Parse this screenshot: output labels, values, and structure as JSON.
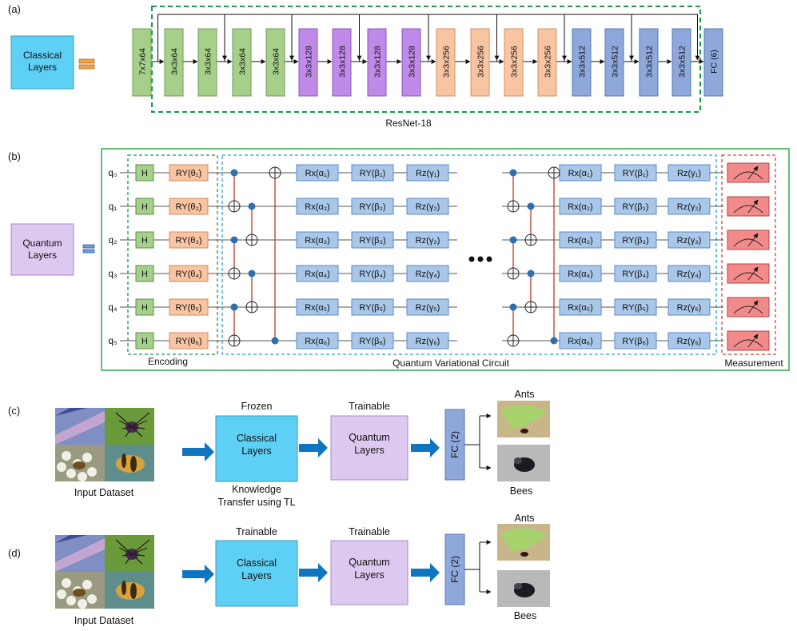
{
  "panel_labels": {
    "a": "(a)",
    "b": "(b)",
    "c": "(c)",
    "d": "(d)"
  },
  "colors": {
    "classical_blue": "#5fd0f5",
    "green": "#a6d08a",
    "purple": "#c08ae8",
    "peach": "#f8c4a2",
    "steel_blue": "#8fa8dc",
    "quantum_lavender": "#ddc9ef",
    "gate_blue": "#a9c7e9",
    "measure_red": "#f28a8a",
    "arrow_blue": "#0f75c0",
    "control_dot": "#2e6fae",
    "cnot_line": "#c0392b",
    "dash_green": "#1a9a4a",
    "dash_cyan": "#23a8c8",
    "dash_red": "#e53935"
  },
  "panel_a": {
    "classical_label_line1": "Classical",
    "classical_label_line2": "Layers",
    "resnet_label": "ResNet-18",
    "layers": [
      "7x7x64",
      "3x3x64",
      "3x3x64",
      "3x3x64",
      "3x3x64",
      "3x3x128",
      "3x3x128",
      "3x3x128",
      "3x3x128",
      "3x3x256",
      "3x3x256",
      "3x3x256",
      "3x3x256",
      "3x3x512",
      "3x3x512",
      "3x3x512",
      "3x3x512",
      "FC (6)"
    ]
  },
  "panel_b": {
    "quantum_label_line1": "Quantum",
    "quantum_label_line2": "Layers",
    "qubits": [
      "q0",
      "q1",
      "q2",
      "q3",
      "q4",
      "q5"
    ],
    "hadamard": "H",
    "ry_gates": [
      "RY(θ1)",
      "RY(θ2)",
      "RY(θ3)",
      "RY(θ4)",
      "RY(θ5)",
      "RY(θ6)"
    ],
    "rx_gates": [
      "Rx(α1)",
      "Rx(α2)",
      "Rx(α3)",
      "Rx(α4)",
      "Rx(α5)",
      "Rx(α6)"
    ],
    "ryb_gates": [
      "RY(β1)",
      "RY(β2)",
      "RY(β3)",
      "RY(β4)",
      "RY(β5)",
      "RY(β6)"
    ],
    "rz_gates": [
      "Rz(γ1)",
      "Rz(γ2)",
      "Rz(γ3)",
      "Rz(γ4)",
      "Rz(γ5)",
      "Rz(γ6)"
    ],
    "encoding_label": "Encoding",
    "circuit_label": "Quantum Variational Circuit",
    "measurement_label": "Measurement"
  },
  "panel_c": {
    "input_label": "Input Dataset",
    "classical_state": "Frozen",
    "classical_line1": "Classical",
    "classical_line2": "Layers",
    "quantum_state": "Trainable",
    "quantum_line1": "Quantum",
    "quantum_line2": "Layers",
    "fc_label": "FC (2)",
    "output_top": "Ants",
    "output_bottom": "Bees",
    "transfer_line1": "Knowledge",
    "transfer_line2": "Transfer using TL"
  },
  "panel_d": {
    "input_label": "Input Dataset",
    "classical_state": "Trainable",
    "classical_line1": "Classical",
    "classical_line2": "Layers",
    "quantum_state": "Trainable",
    "quantum_line1": "Quantum",
    "quantum_line2": "Layers",
    "fc_label": "FC (2)",
    "output_top": "Ants",
    "output_bottom": "Bees"
  }
}
